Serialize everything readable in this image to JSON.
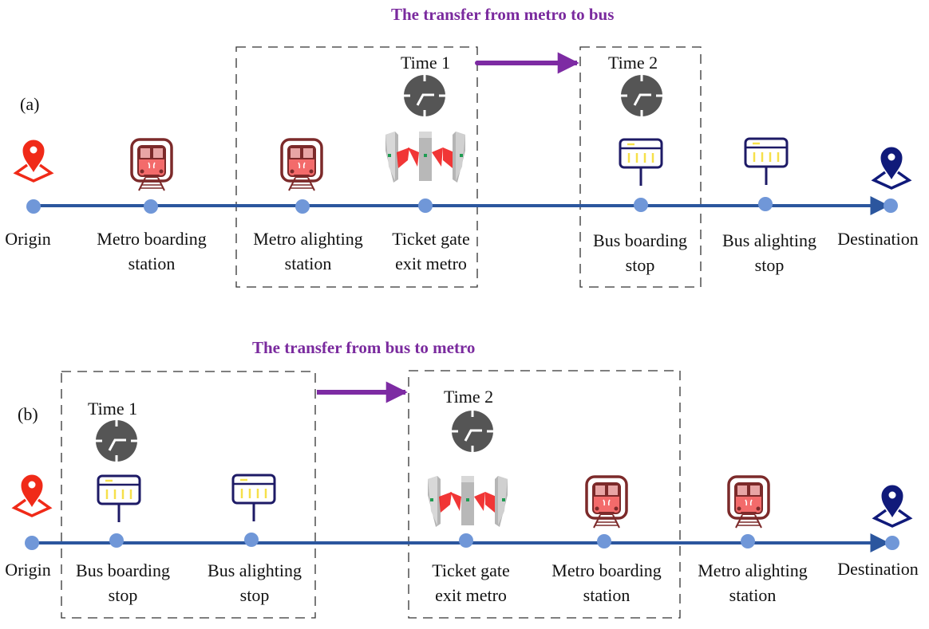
{
  "colors": {
    "timeline": "#2b569e",
    "node": "#7097d8",
    "transfer_arrow": "#7d2ba3",
    "origin_pin": "#f02a18",
    "destination_pin": "#101a7a",
    "metro_icon": "#7c2a2a",
    "bus_icon": "#1d1a66",
    "clock": "#555555"
  },
  "panels": [
    {
      "id": "a",
      "panel_label": "(a)",
      "transfer_title": "The transfer from metro to bus",
      "time_labels": [
        "Time 1",
        "Time 2"
      ],
      "nodes": [
        {
          "icon": "origin-pin-icon",
          "line1": "Origin",
          "line2": ""
        },
        {
          "icon": "metro-train-icon",
          "line1": "Metro boarding",
          "line2": "station"
        },
        {
          "icon": "metro-train-icon",
          "line1": "Metro alighting",
          "line2": "station"
        },
        {
          "icon": "ticket-gate-icon",
          "line1": "Ticket gate",
          "line2": "exit metro"
        },
        {
          "icon": "bus-stop-icon",
          "line1": "Bus boarding",
          "line2": "stop"
        },
        {
          "icon": "bus-stop-icon",
          "line1": "Bus alighting",
          "line2": "stop"
        },
        {
          "icon": "destination-pin-icon",
          "line1": "Destination",
          "line2": ""
        }
      ]
    },
    {
      "id": "b",
      "panel_label": "(b)",
      "transfer_title": "The transfer from bus to metro",
      "time_labels": [
        "Time 1",
        "Time 2"
      ],
      "nodes": [
        {
          "icon": "origin-pin-icon",
          "line1": "Origin",
          "line2": ""
        },
        {
          "icon": "bus-stop-icon",
          "line1": "Bus boarding",
          "line2": "stop"
        },
        {
          "icon": "bus-stop-icon",
          "line1": "Bus alighting",
          "line2": "stop"
        },
        {
          "icon": "ticket-gate-icon",
          "line1": "Ticket gate",
          "line2": "exit metro"
        },
        {
          "icon": "metro-train-icon",
          "line1": "Metro boarding",
          "line2": "station"
        },
        {
          "icon": "metro-train-icon",
          "line1": "Metro alighting",
          "line2": "station"
        },
        {
          "icon": "destination-pin-icon",
          "line1": "Destination",
          "line2": ""
        }
      ]
    }
  ]
}
